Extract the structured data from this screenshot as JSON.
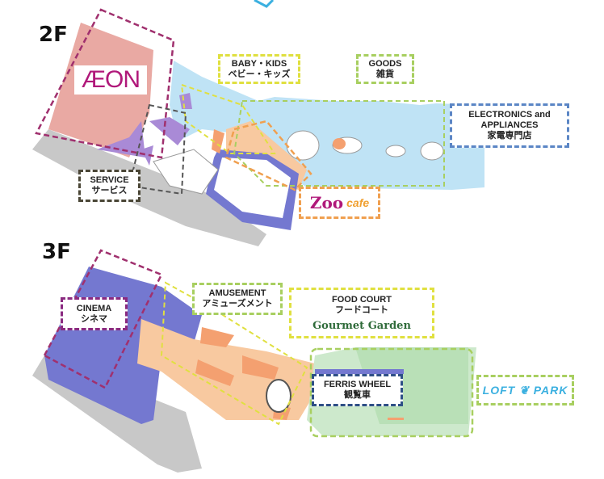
{
  "floors": {
    "f2": {
      "label": "2F",
      "anchor_store": "ÆON",
      "zones": {
        "baby_kids": {
          "en": "BABY・KIDS",
          "ja": "ベビー・キッズ"
        },
        "goods": {
          "en": "GOODS",
          "ja": "雑貨"
        },
        "electronics": {
          "en": "ELECTRONICS and APPLIANCES",
          "ja": "家電専門店"
        },
        "service": {
          "en": "SERVICE",
          "ja": "サービス"
        },
        "zoo_cafe": {
          "a": "Zoo",
          "b": "cafe"
        }
      }
    },
    "f3": {
      "label": "3F",
      "zones": {
        "cinema": {
          "en": "CINEMA",
          "ja": "シネマ"
        },
        "amusement": {
          "en": "AMUSEMENT",
          "ja": "アミューズメント"
        },
        "food_court": {
          "en": "FOOD COURT",
          "ja": "フードコート",
          "brand": "Gourmet Garden"
        },
        "ferris_wheel": {
          "en": "FERRIS WHEEL",
          "ja": "観覧車"
        },
        "loft_park": {
          "name": "LOFT ❦ PARK"
        }
      }
    }
  },
  "colors": {
    "aeon": "#e9a9a3",
    "corridor": "#bfe3f5",
    "purple": "#a98ad6",
    "cinema": "#7478d0",
    "orange": "#f8c9a0",
    "park": "#cde9cc",
    "ground": "#c8c8c8"
  }
}
